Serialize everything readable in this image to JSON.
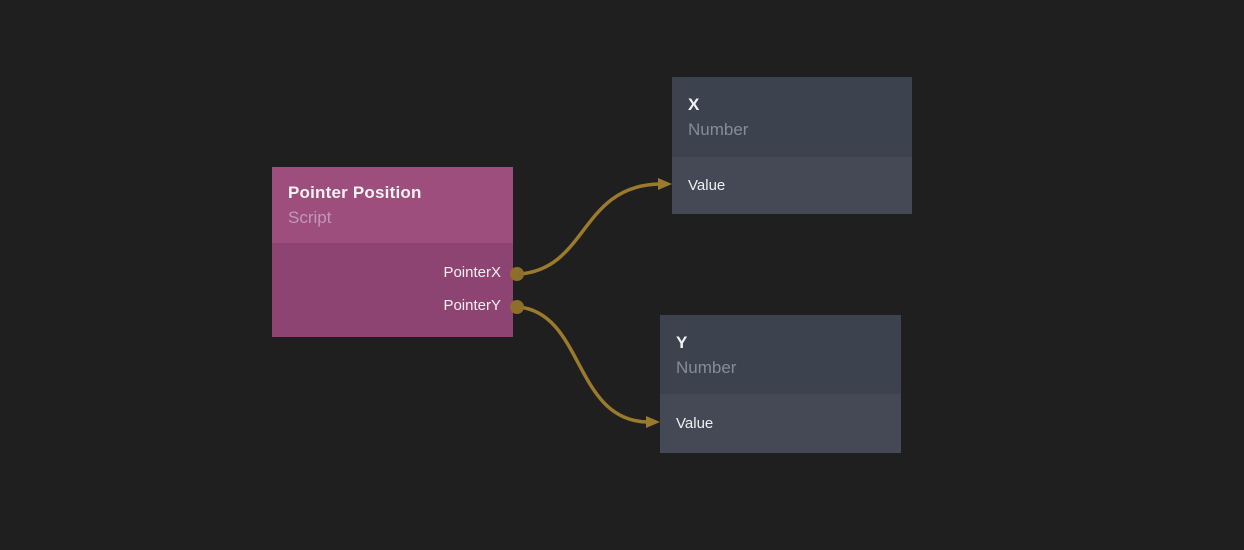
{
  "editor": {
    "type": "node-graph",
    "background_color": "#1f1f1f",
    "wire_color": "#9b7a2e",
    "port_color": "#8d6e2b"
  },
  "nodes": [
    {
      "title": "Pointer Position",
      "subtitle": "Script",
      "header_color": "#9d4e7c",
      "body_color": "#8e4472",
      "outputs": [
        {
          "label": "PointerX"
        },
        {
          "label": "PointerY"
        }
      ],
      "inputs": []
    },
    {
      "title": "X",
      "subtitle": "Number",
      "header_color": "#3d424f",
      "body_color": "#444955",
      "outputs": [],
      "inputs": [
        {
          "label": "Value"
        }
      ]
    },
    {
      "title": "Y",
      "subtitle": "Number",
      "header_color": "#3d424f",
      "body_color": "#444955",
      "outputs": [],
      "inputs": [
        {
          "label": "Value"
        }
      ]
    }
  ],
  "connections": [
    {
      "from": "Pointer Position.PointerX",
      "to": "X.Value"
    },
    {
      "from": "Pointer Position.PointerY",
      "to": "Y.Value"
    }
  ]
}
